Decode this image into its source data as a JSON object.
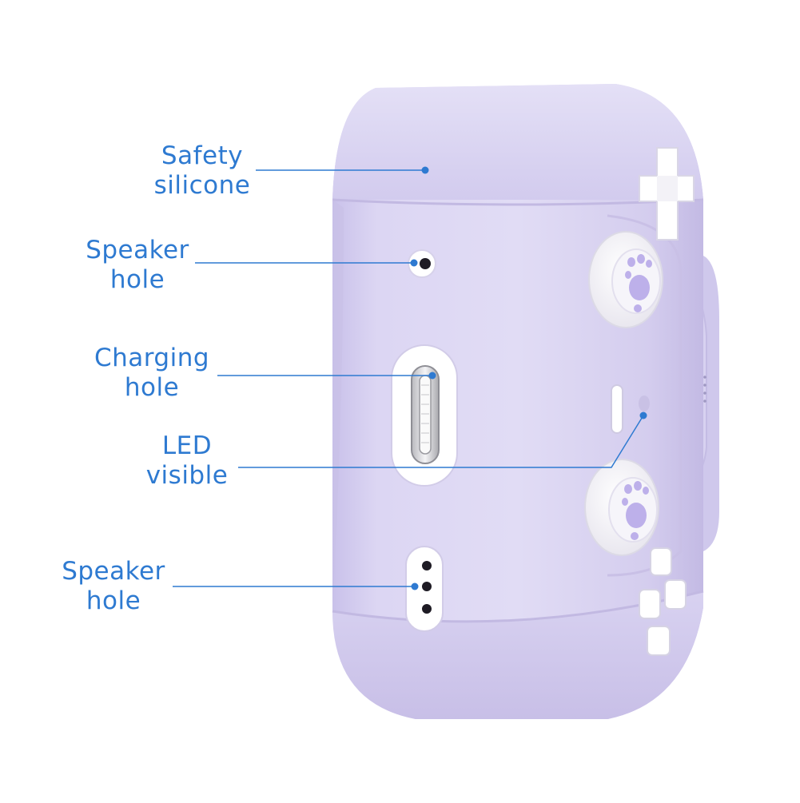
{
  "accent_color": "#2e7ad1",
  "case_color": "#d9d3f1",
  "product": {
    "description_kind": "controller grip case, lavender silicone"
  },
  "callouts": [
    {
      "id": "safety",
      "line1": "Safety",
      "line2": "silicone"
    },
    {
      "id": "speaker-top",
      "line1": "Speaker",
      "line2": "hole"
    },
    {
      "id": "charging",
      "line1": "Charging",
      "line2": "hole"
    },
    {
      "id": "led",
      "line1": "LED",
      "line2": "visible"
    },
    {
      "id": "speaker-bottom",
      "line1": "Speaker",
      "line2": "hole"
    }
  ]
}
